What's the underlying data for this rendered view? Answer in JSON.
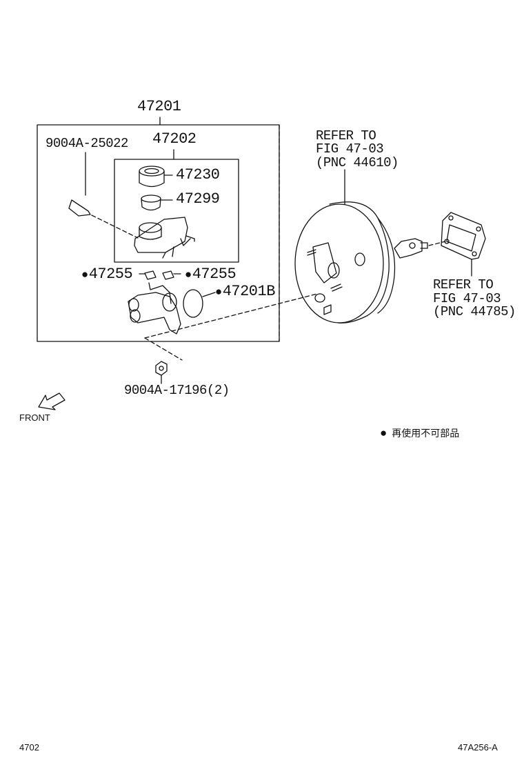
{
  "labels": {
    "assy_master_cylinder": "47201",
    "sub_assy_reservoir": "47202",
    "cap": "47230",
    "strainer": "47299",
    "pin": "9004A-25022",
    "grommet_left": "47255",
    "grommet_right": "47255",
    "o_ring": "47201B",
    "nut": "9004A-17196(2)",
    "front": "FRONT"
  },
  "refer_booster": [
    "REFER TO",
    "FIG 47-03",
    "(PNC 44610)"
  ],
  "refer_gasket": [
    "REFER TO",
    "FIG 47-03",
    "(PNC 44785)"
  ],
  "legend": {
    "text": "再使用不可部品"
  },
  "footer": {
    "left": "4702",
    "right": "47A256-A"
  }
}
